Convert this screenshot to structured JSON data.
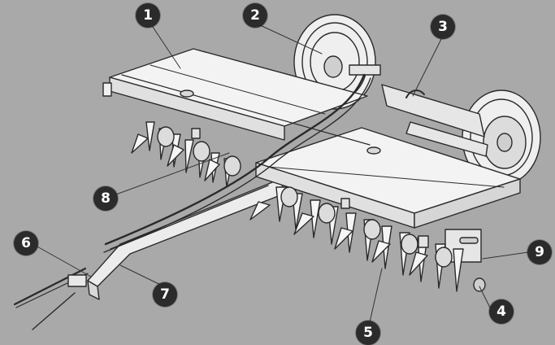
{
  "colors": {
    "background": "#a9a9a9",
    "frame": "#f3f3f3",
    "outline": "#2a2a2a",
    "callout": "#2b2b2b",
    "callout_text": "#ffffff"
  },
  "callouts": [
    "1",
    "2",
    "3",
    "4",
    "5",
    "6",
    "7",
    "8",
    "9"
  ]
}
